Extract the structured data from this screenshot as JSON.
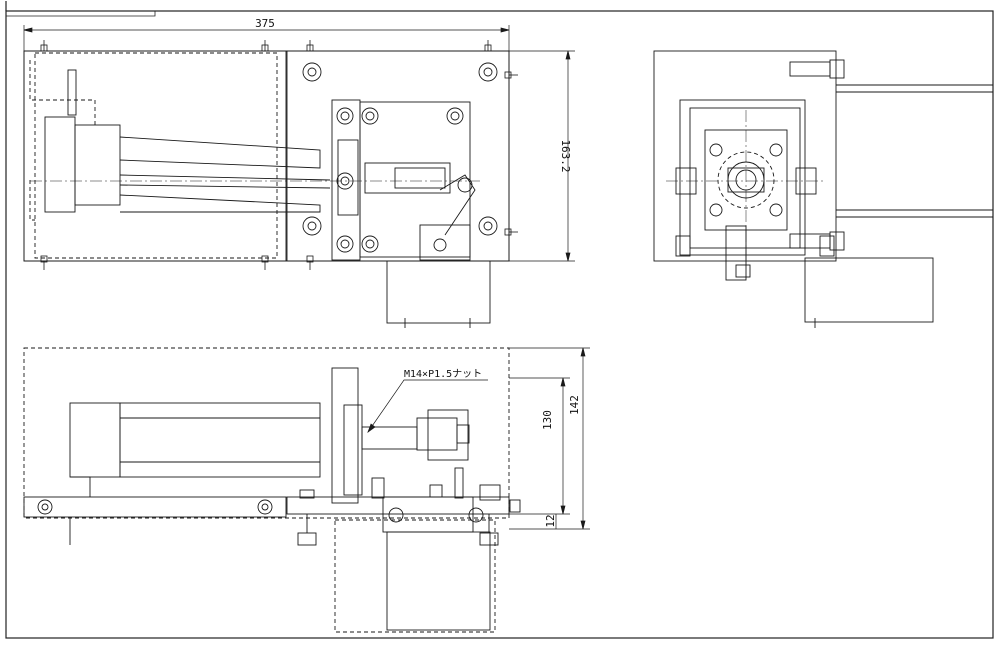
{
  "drawing": {
    "dimensions": {
      "overall_length": "375",
      "top_view_height": "163.2",
      "front_height_inner": "130",
      "front_height_overall": "142",
      "base_plate_thickness": "12"
    },
    "callout": {
      "nut_label": "M14×P1.5ナット"
    },
    "colors": {
      "line": "#1a1a1a",
      "background": "#ffffff"
    }
  }
}
